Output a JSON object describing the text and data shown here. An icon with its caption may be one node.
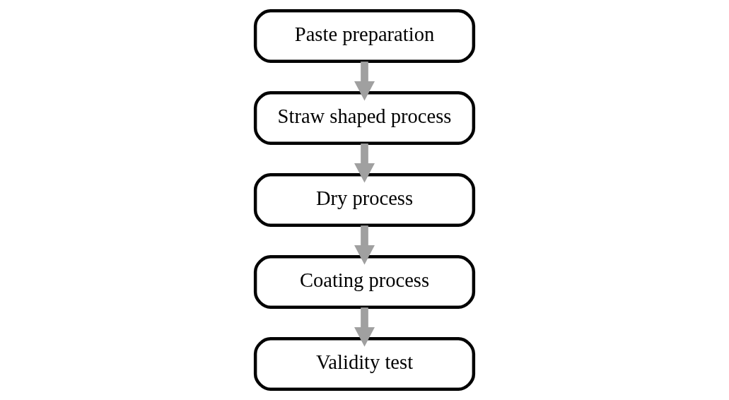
{
  "diagram": {
    "nodes": [
      {
        "text": [
          "Paste preparation"
        ]
      },
      {
        "text": [
          "Straw shaped process"
        ]
      },
      {
        "text": [
          "Dry process"
        ]
      },
      {
        "text": [
          "Coating process"
        ]
      },
      {
        "text": [
          "Validity test"
        ]
      }
    ],
    "edges": [
      {
        "from": 0,
        "to": 1,
        "arrow": "to"
      },
      {
        "from": 1,
        "to": 2,
        "arrow": "to"
      },
      {
        "from": 2,
        "to": 3,
        "arrow": "to"
      },
      {
        "from": 3,
        "to": 4,
        "arrow": "to"
      }
    ]
  }
}
